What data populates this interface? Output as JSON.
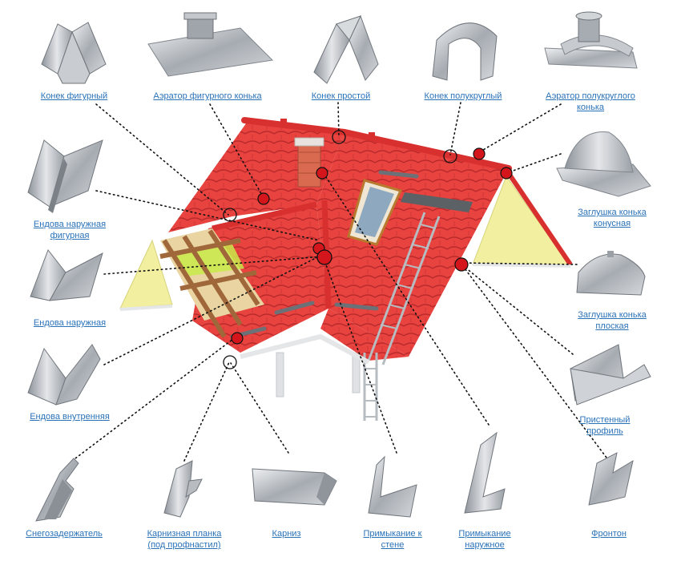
{
  "labels": {
    "konek_figurnyy": "Конек фигурный",
    "aerator_figurnogo": "Аэратор фигурного конька",
    "konek_prostoy": "Конек простой",
    "konek_polukruglyy": "Конек полукруглый",
    "aerator_polukruglogo": "Аэратор полукруглого\nконька",
    "endova_naruzhnaya_figurnaya": "Ендова наружная\nфигурная",
    "zaglushka_konusnaya": "Заглушка конька\nконусная",
    "endova_naruzhnaya": "Ендова наружная",
    "zaglushka_ploskaya": "Заглушка конька\nплоская",
    "endova_vnutrennyaya": "Ендова внутренняя",
    "pristennyy_profil": "Пристенный\nпрофиль",
    "snegozaderzhatel": "Снегозадержатель",
    "karniznaya_planka": "Карнизная планка\n(под профнастил)",
    "karniz": "Карниз",
    "primykanie_k_stene": "Примыкание к\nстене",
    "primykanie_naruzhnoe": "Примыкание\nнаружное",
    "fronton": "Фронтон"
  },
  "colors": {
    "link": "#2a72b8",
    "roof_tile": "#e63c3f",
    "roof_tile_dark": "#c02a2e",
    "gable": "#f2f0a0",
    "metal": "#a9aeb4",
    "marker": "#d4161c"
  }
}
